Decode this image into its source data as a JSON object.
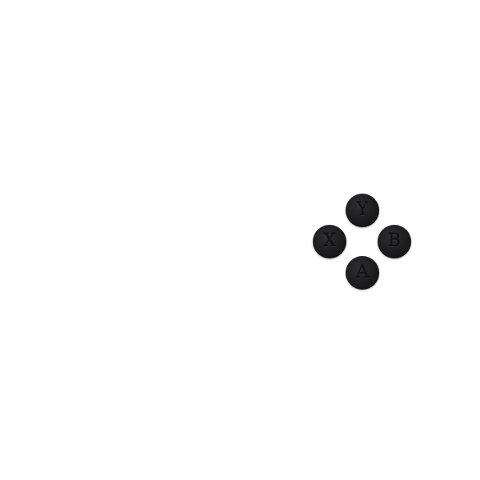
{
  "face_buttons": {
    "y": {
      "label": "Y"
    },
    "x": {
      "label": "X"
    },
    "b": {
      "label": "B"
    },
    "a": {
      "label": "A"
    }
  },
  "colors": {
    "background": "#ffffff",
    "button": "#1c1c1e",
    "label": "#131314"
  }
}
